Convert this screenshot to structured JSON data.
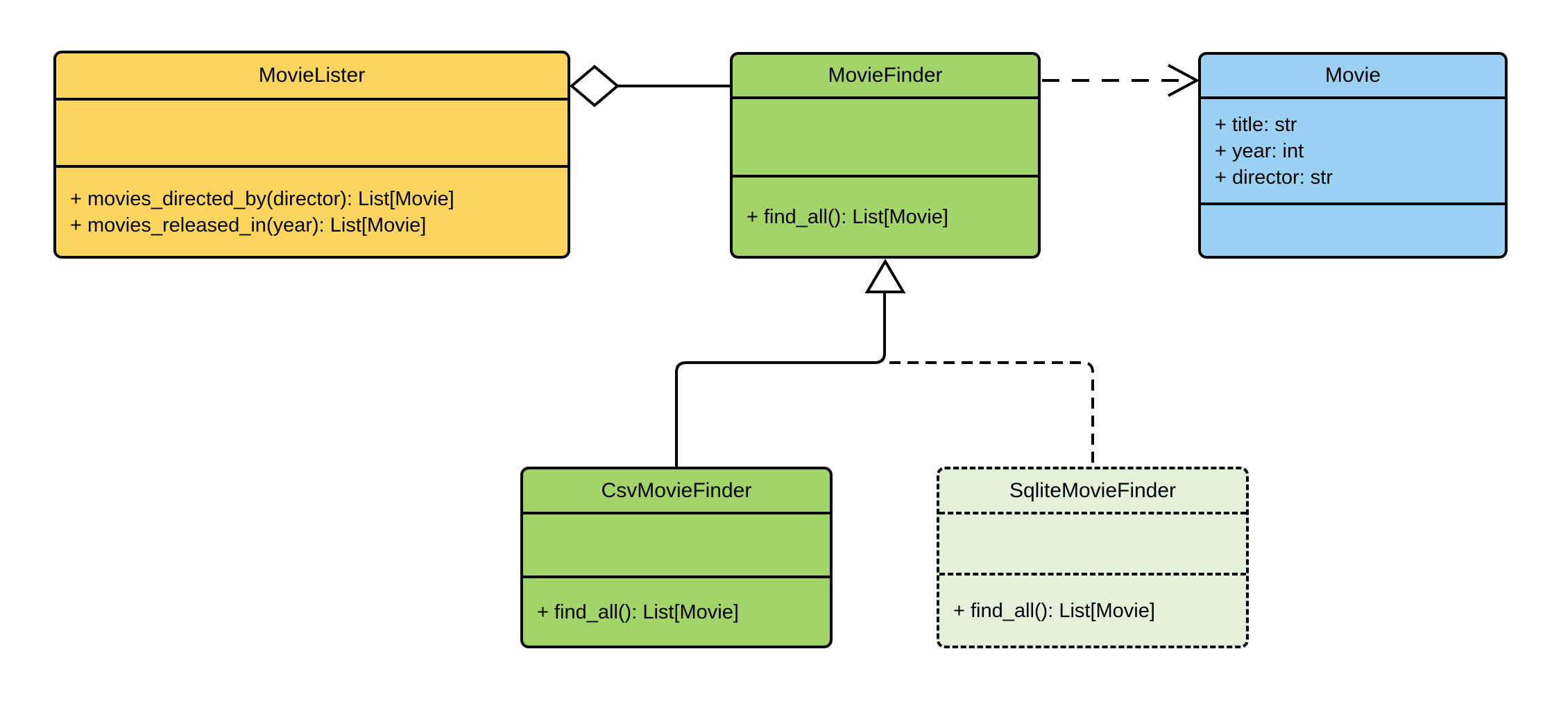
{
  "diagram": {
    "type": "uml-class-diagram",
    "background": "#ffffff",
    "stroke_color": "#000000",
    "classes": {
      "movie_lister": {
        "name": "MovieLister",
        "fill": "#FBD55E",
        "attributes": [],
        "methods": [
          "+ movies_directed_by(director): List[Movie]",
          "+ movies_released_in(year): List[Movie]"
        ]
      },
      "movie_finder": {
        "name": "MovieFinder",
        "fill": "#A2D469",
        "attributes": [],
        "methods": [
          "+ find_all(): List[Movie]"
        ]
      },
      "movie": {
        "name": "Movie",
        "fill": "#9BD2F3",
        "attributes": [
          "+ title: str",
          "+ year: int",
          "+ director: str"
        ],
        "methods": []
      },
      "csv_movie_finder": {
        "name": "CsvMovieFinder",
        "fill": "#A2D469",
        "attributes": [],
        "methods": [
          "+ find_all(): List[Movie]"
        ]
      },
      "sqlite_movie_finder": {
        "name": "SqliteMovieFinder",
        "fill": "#E3F0DA",
        "border_style": "dashed",
        "attributes": [],
        "methods": [
          "+ find_all(): List[Movie]"
        ]
      }
    },
    "relationships": [
      {
        "type": "aggregation",
        "from": "MovieLister",
        "to": "MovieFinder",
        "line": "solid",
        "marker": "hollow-diamond",
        "marker_at": "MovieLister"
      },
      {
        "type": "dependency",
        "from": "MovieFinder",
        "to": "Movie",
        "line": "dashed",
        "marker": "open-arrowhead",
        "marker_at": "Movie"
      },
      {
        "type": "generalization",
        "from": "CsvMovieFinder",
        "to": "MovieFinder",
        "line": "solid",
        "marker": "hollow-triangle",
        "marker_at": "MovieFinder"
      },
      {
        "type": "generalization",
        "from": "SqliteMovieFinder",
        "to": "MovieFinder",
        "line": "dashed",
        "marker": "hollow-triangle",
        "marker_at": "MovieFinder"
      }
    ]
  }
}
